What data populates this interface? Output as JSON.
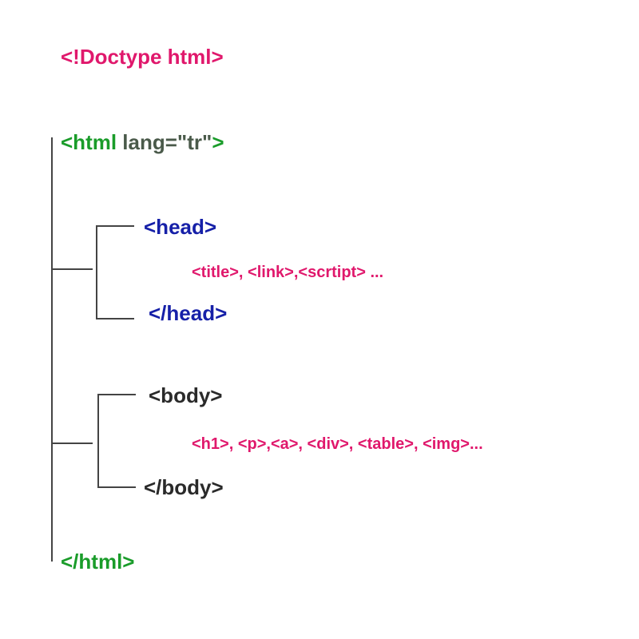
{
  "doctype": {
    "text": "<!Doctype html>",
    "color": "#E0186C"
  },
  "html_open": {
    "tag": "<html",
    "attribute": " lang=\"tr\"",
    "close_bracket": ">",
    "tag_color": "#1A9C2A",
    "attribute_color": "#4A5A4A"
  },
  "head": {
    "open": "<head>",
    "close": "</head>",
    "color": "#1620A8",
    "children": "<title>, <link>,<scrtipt> ...",
    "children_color": "#E0186C"
  },
  "body": {
    "open": "<body>",
    "close": "</body>",
    "color": "#2A2A2A",
    "children": "<h1>, <p>,<a>, <div>, <table>, <img>...",
    "children_color": "#E0186C"
  },
  "html_close": {
    "text": "</html>",
    "color": "#1A9C2A"
  },
  "line_color": "#444444"
}
